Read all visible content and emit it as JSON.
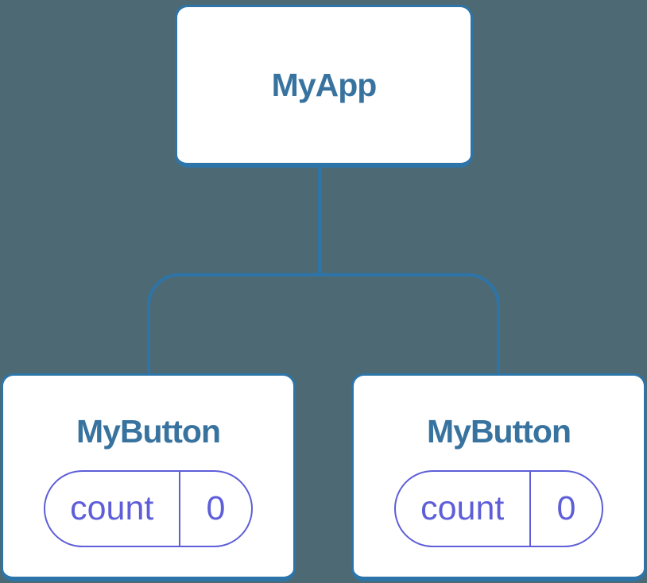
{
  "diagram": {
    "type": "component-tree",
    "root": {
      "label": "MyApp"
    },
    "children": [
      {
        "label": "MyButton",
        "state_pill": {
          "key": "count",
          "value": "0"
        }
      },
      {
        "label": "MyButton",
        "state_pill": {
          "key": "count",
          "value": "0"
        }
      }
    ],
    "colors": {
      "background": "#4d6a74",
      "node_background": "#ffffff",
      "node_border": "#2d74a9",
      "connector": "#2d74a9",
      "title_text": "#38739f",
      "state_pill": "#5e5ed9"
    }
  }
}
